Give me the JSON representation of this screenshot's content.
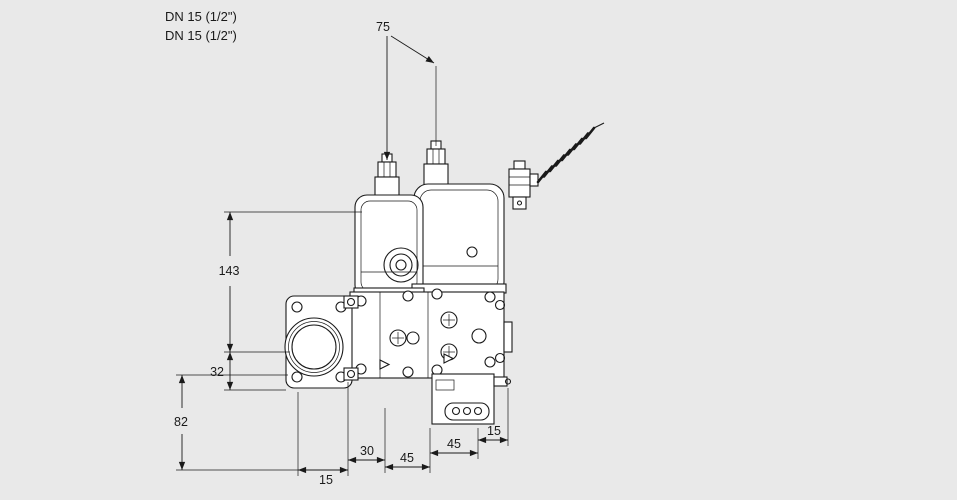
{
  "colors": {
    "background": "#e9e9e9",
    "line": "#1a1a1a",
    "fill": "#ffffff"
  },
  "labels": {
    "connection_line_1": "DN 15 (1/2\")",
    "connection_line_2": "DN 15 (1/2\")"
  },
  "dimensions": {
    "valve_spacing": "75",
    "height_total": "143",
    "axis_offset": "32",
    "height_lower": "82",
    "bottom_seg_30": "30",
    "bottom_seg_45_left": "45",
    "bottom_seg_45_right": "45",
    "bottom_seg_15_right": "15",
    "bottom_seg_15_left": "15"
  }
}
